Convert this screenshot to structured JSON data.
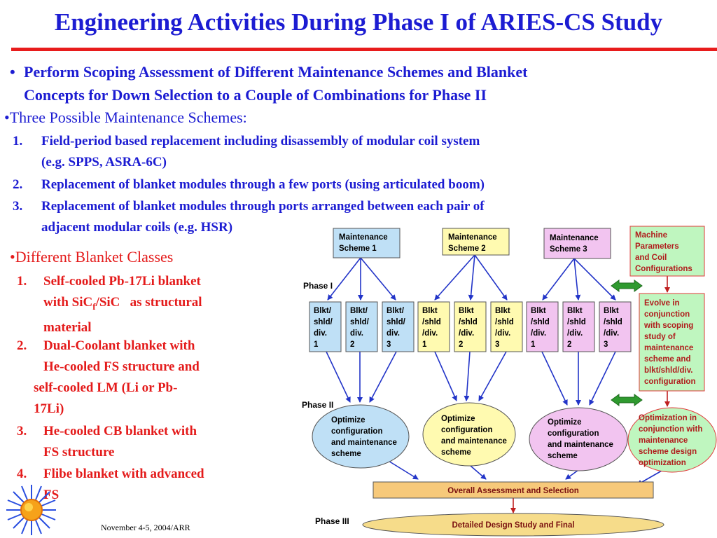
{
  "title": "Engineering Activities During Phase I of ARIES-CS Study",
  "intro": {
    "bullet": "•",
    "line1": "Perform Scoping Assessment of Different Maintenance Schemes and Blanket",
    "line2": "Concepts for Down Selection to a Couple of Combinations for Phase II"
  },
  "maintenance": {
    "heading": "•Three Possible Maintenance Schemes:",
    "items": [
      {
        "num": "1.",
        "lines": [
          "Field-period based replacement including disassembly of modular coil system",
          "(e.g. SPPS, ASRA-6C)"
        ]
      },
      {
        "num": "2.",
        "lines": [
          "Replacement of blanket modules through a few  ports (using articulated  boom)"
        ]
      },
      {
        "num": "3.",
        "lines": [
          "Replacement of blanket modules through  ports arranged between each pair of",
          "adjacent modular coils (e.g. HSR)"
        ]
      }
    ]
  },
  "blankets": {
    "heading": "•Different Blanket Classes",
    "items": [
      {
        "num": "1.",
        "l1": "Self-cooled Pb-17Li blanket",
        "l2_pre": "with SiC",
        "l2_sub": "f",
        "l2_post": "/SiC   as structural",
        "l3": "material"
      },
      {
        "num": "2.",
        "l1": "Dual-Coolant blanket with",
        "l2": "He-cooled FS structure and",
        "l3": "self-cooled LM (Li or Pb-",
        "l4": "17Li)"
      },
      {
        "num": "3.",
        "l1": "He-cooled CB blanket with",
        "l2": "FS structure"
      },
      {
        "num": "4.",
        "l1": "Flibe blanket with advanced",
        "l2": "FS"
      }
    ]
  },
  "footer": "November 4-5, 2004/ARR",
  "diagram": {
    "phase1": "Phase I",
    "phase2": "Phase II",
    "phase3": "Phase III",
    "schemes": [
      {
        "l1": "Maintenance",
        "l2": "Scheme 1"
      },
      {
        "l1": "Maintenance",
        "l2": "Scheme 2"
      },
      {
        "l1": "Maintenance",
        "l2": "Scheme 3"
      }
    ],
    "group1": [
      [
        "Blkt/",
        "shld/",
        "div.",
        "1"
      ],
      [
        "Blkt/",
        "shld/",
        "div.",
        "2"
      ],
      [
        "Blkt/",
        "shld/",
        "div.",
        "3"
      ]
    ],
    "group2": [
      [
        "Blkt",
        "/shld",
        "/div.",
        "1"
      ],
      [
        "Blkt",
        "/shld",
        "/div.",
        "2"
      ],
      [
        "Blkt",
        "/shld",
        "/div.",
        "3"
      ]
    ],
    "group3": [
      [
        "Blkt",
        "/shld",
        "/div.",
        "1"
      ],
      [
        "Blkt",
        "/shld",
        "/div.",
        "2"
      ],
      [
        "Blkt",
        "/shld",
        "/div.",
        "3"
      ]
    ],
    "machine": [
      "Machine",
      "Parameters",
      "and Coil",
      "Configurations"
    ],
    "evolve": [
      "Evolve in",
      "conjunction",
      "with scoping",
      "study of",
      "maintenance",
      "scheme and",
      "blkt/shld/div.",
      "configuration"
    ],
    "optimize": [
      "Optimize",
      "configuration",
      "and maintenance",
      "scheme"
    ],
    "opt_conj": [
      "Optimization in",
      "conjunction with",
      "maintenance",
      "scheme design",
      "optimization"
    ],
    "overall": "Overall Assessment and Selection",
    "detailed": "Detailed Design Study and Final",
    "colors": {
      "blue_fill": "#bfe0f6",
      "yellow_fill": "#fffab0",
      "pink_fill": "#f2c4f0",
      "green_fill": "#bff6bf",
      "orange_fill": "#f7c97a",
      "gold_fill": "#f6dc8a",
      "arrow_blue": "#2234c8",
      "border_red": "#e23a3a",
      "arrow_green": "#2c8a2c"
    }
  }
}
